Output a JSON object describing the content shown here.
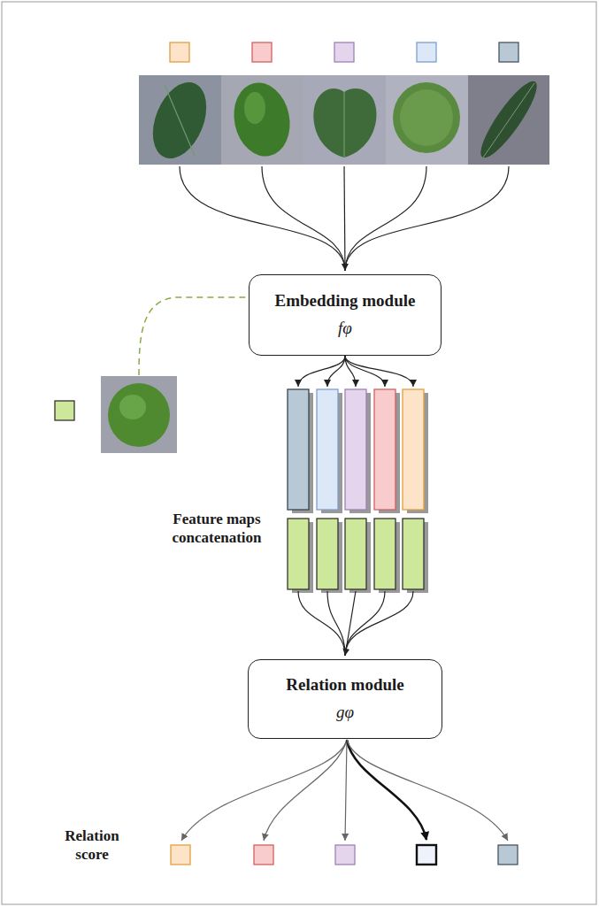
{
  "diagram": {
    "nodes": [
      {
        "text": [
          "Embedding module",
          "fφ"
        ]
      },
      {
        "text": [
          "Relation module",
          "gφ"
        ]
      }
    ],
    "labels": [
      "Feature maps concatenation",
      "Relation score"
    ]
  }
}
